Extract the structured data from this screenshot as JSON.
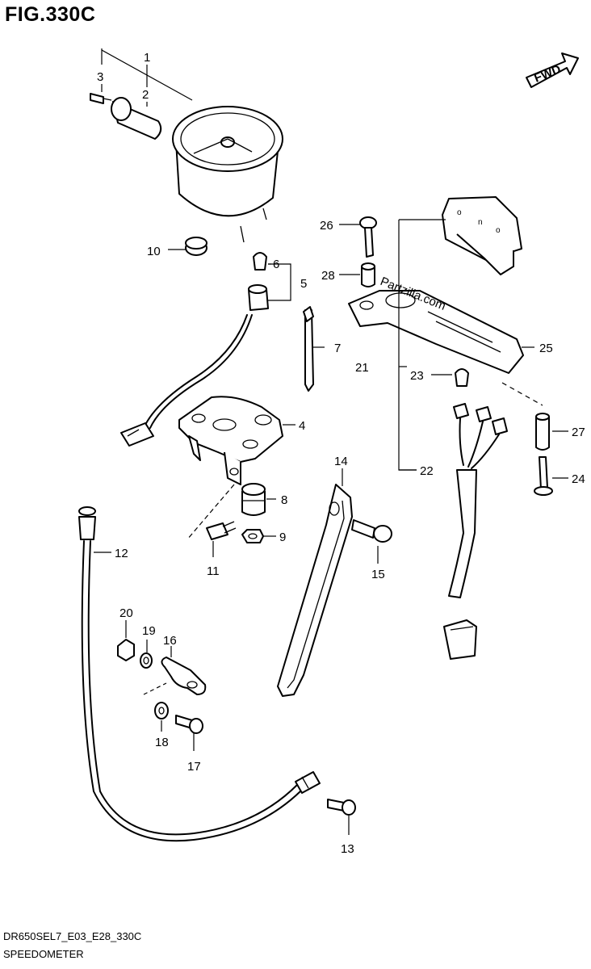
{
  "figure": {
    "title": "FIG.330C",
    "model_code": "DR650SEL7_E03_E28_330C",
    "name": "SPEEDOMETER",
    "direction_label": "FWD",
    "watermark": "Partzilla.com"
  },
  "callouts": [
    "1",
    "2",
    "3",
    "4",
    "5",
    "6",
    "7",
    "8",
    "9",
    "10",
    "11",
    "12",
    "13",
    "14",
    "15",
    "16",
    "17",
    "18",
    "19",
    "20",
    "21",
    "22",
    "23",
    "24",
    "25",
    "26",
    "27",
    "28"
  ]
}
